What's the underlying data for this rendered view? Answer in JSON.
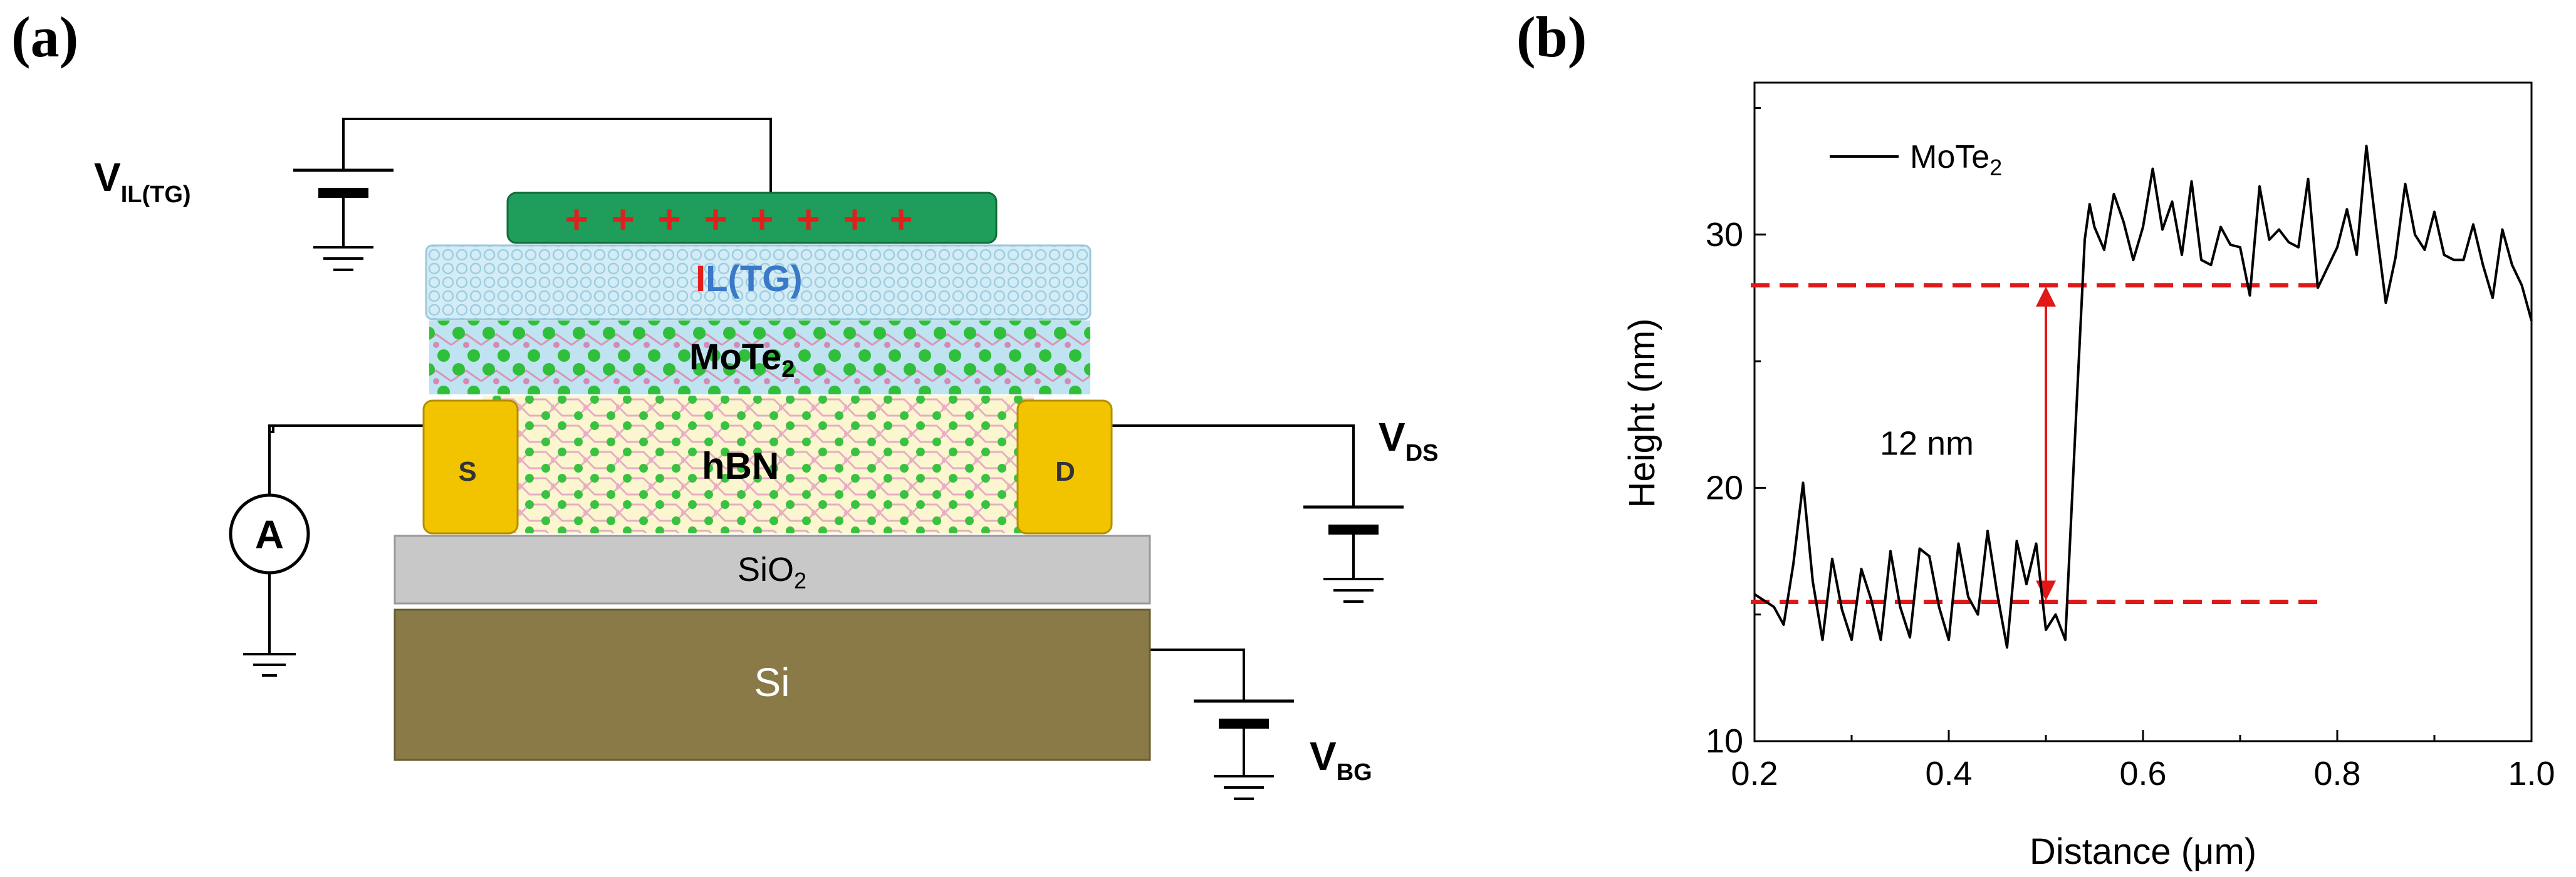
{
  "panel_a": {
    "label": "(a)",
    "labels": {
      "v_il_main": "V",
      "v_il_sub": "IL(TG)",
      "il_tg_red": "I",
      "il_tg_blue": "L(TG)",
      "mote2": "MoTe",
      "mote2_sub": "2",
      "hbn": "hBN",
      "source": "S",
      "drain": "D",
      "sio2": "SiO",
      "sio2_sub": "2",
      "si": "Si",
      "ammeter": "A",
      "v_ds_main": "V",
      "v_ds_sub": "DS",
      "v_bg_main": "V",
      "v_bg_sub": "BG",
      "plus_sign": "+"
    },
    "colors": {
      "top_gate": "#1e9e5a",
      "plus": "#e0201f",
      "il_layer": "#c9e6f3",
      "il_red": "#e0201f",
      "il_blue": "#3a78c8",
      "atom_green": "#2fbf3a",
      "atom_pink": "#e8a9c6",
      "contact": "#f2c400",
      "hbn_bg": "#fbf6cf",
      "sio2": "#c8c8c8",
      "si": "#8a7a47"
    }
  },
  "panel_b": {
    "label": "(b)",
    "legend": "MoTe",
    "legend_sub": "2",
    "annotation": "12 nm",
    "ylabel": "Height (nm)",
    "xlabel_pre": "Distance (",
    "xlabel_mu": "μ",
    "xlabel_post": "m)",
    "colors": {
      "trace": "#000000",
      "dashed": "#e01818"
    }
  },
  "chart_data": {
    "type": "line",
    "title": "",
    "xlabel": "Distance (μm)",
    "ylabel": "Height (nm)",
    "xlim": [
      0.2,
      1.0
    ],
    "ylim": [
      10,
      36
    ],
    "xticks": [
      0.2,
      0.4,
      0.6,
      0.8,
      1.0
    ],
    "xtick_labels": [
      "0.2",
      "0.4",
      "0.6",
      "0.8",
      "1.0"
    ],
    "yticks": [
      10,
      20,
      30
    ],
    "ytick_labels": [
      "10",
      "20",
      "30"
    ],
    "grid": false,
    "legend_position": "top-left",
    "series": [
      {
        "name": "MoTe2",
        "x": [
          0.2,
          0.22,
          0.23,
          0.24,
          0.25,
          0.26,
          0.27,
          0.28,
          0.29,
          0.3,
          0.31,
          0.32,
          0.33,
          0.34,
          0.35,
          0.36,
          0.37,
          0.38,
          0.39,
          0.4,
          0.41,
          0.42,
          0.43,
          0.44,
          0.45,
          0.46,
          0.47,
          0.48,
          0.49,
          0.5,
          0.51,
          0.52,
          0.53,
          0.54,
          0.545,
          0.55,
          0.56,
          0.57,
          0.58,
          0.59,
          0.6,
          0.61,
          0.62,
          0.63,
          0.64,
          0.65,
          0.66,
          0.67,
          0.68,
          0.69,
          0.7,
          0.71,
          0.72,
          0.73,
          0.74,
          0.75,
          0.76,
          0.77,
          0.78,
          0.79,
          0.8,
          0.81,
          0.82,
          0.83,
          0.84,
          0.85,
          0.86,
          0.87,
          0.88,
          0.89,
          0.9,
          0.91,
          0.92,
          0.93,
          0.94,
          0.95,
          0.96,
          0.97,
          0.98,
          0.99,
          1.0
        ],
        "y": [
          15.8,
          15.3,
          14.6,
          17.0,
          20.2,
          16.3,
          14.0,
          17.2,
          15.2,
          14.0,
          16.8,
          15.6,
          14.0,
          17.5,
          15.3,
          14.1,
          17.6,
          17.3,
          15.3,
          14.0,
          17.8,
          15.7,
          15.0,
          18.3,
          15.8,
          13.7,
          17.9,
          16.2,
          17.8,
          14.4,
          15.0,
          14.0,
          22.0,
          29.8,
          31.2,
          30.3,
          29.4,
          31.6,
          30.5,
          29.0,
          30.3,
          32.6,
          30.2,
          31.3,
          29.2,
          32.1,
          29.0,
          28.8,
          30.3,
          29.6,
          29.5,
          27.6,
          31.9,
          29.8,
          30.2,
          29.7,
          29.5,
          32.2,
          27.9,
          28.7,
          29.5,
          31.0,
          29.2,
          33.5,
          30.3,
          27.3,
          29.1,
          32.0,
          30.0,
          29.4,
          30.9,
          29.2,
          29.0,
          29.0,
          30.4,
          28.8,
          27.5,
          30.2,
          28.8,
          28.0,
          26.6
        ]
      }
    ],
    "reference_lines": [
      15.5,
      28.0
    ],
    "reference_x_range": [
      0.2,
      0.78
    ],
    "annotation": {
      "text": "12 nm",
      "x": 0.5,
      "y_from": 15.5,
      "y_to": 28.0
    }
  }
}
